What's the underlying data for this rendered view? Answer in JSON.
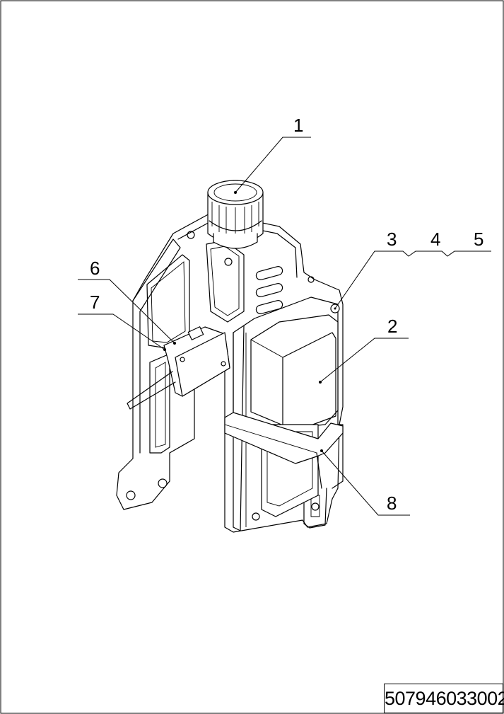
{
  "drawing": {
    "part_number": "507946033002",
    "callouts": [
      {
        "label": "1"
      },
      {
        "label": "2"
      },
      {
        "label": "3"
      },
      {
        "label": "4"
      },
      {
        "label": "5"
      },
      {
        "label": "6"
      },
      {
        "label": "7"
      },
      {
        "label": "8"
      }
    ]
  }
}
